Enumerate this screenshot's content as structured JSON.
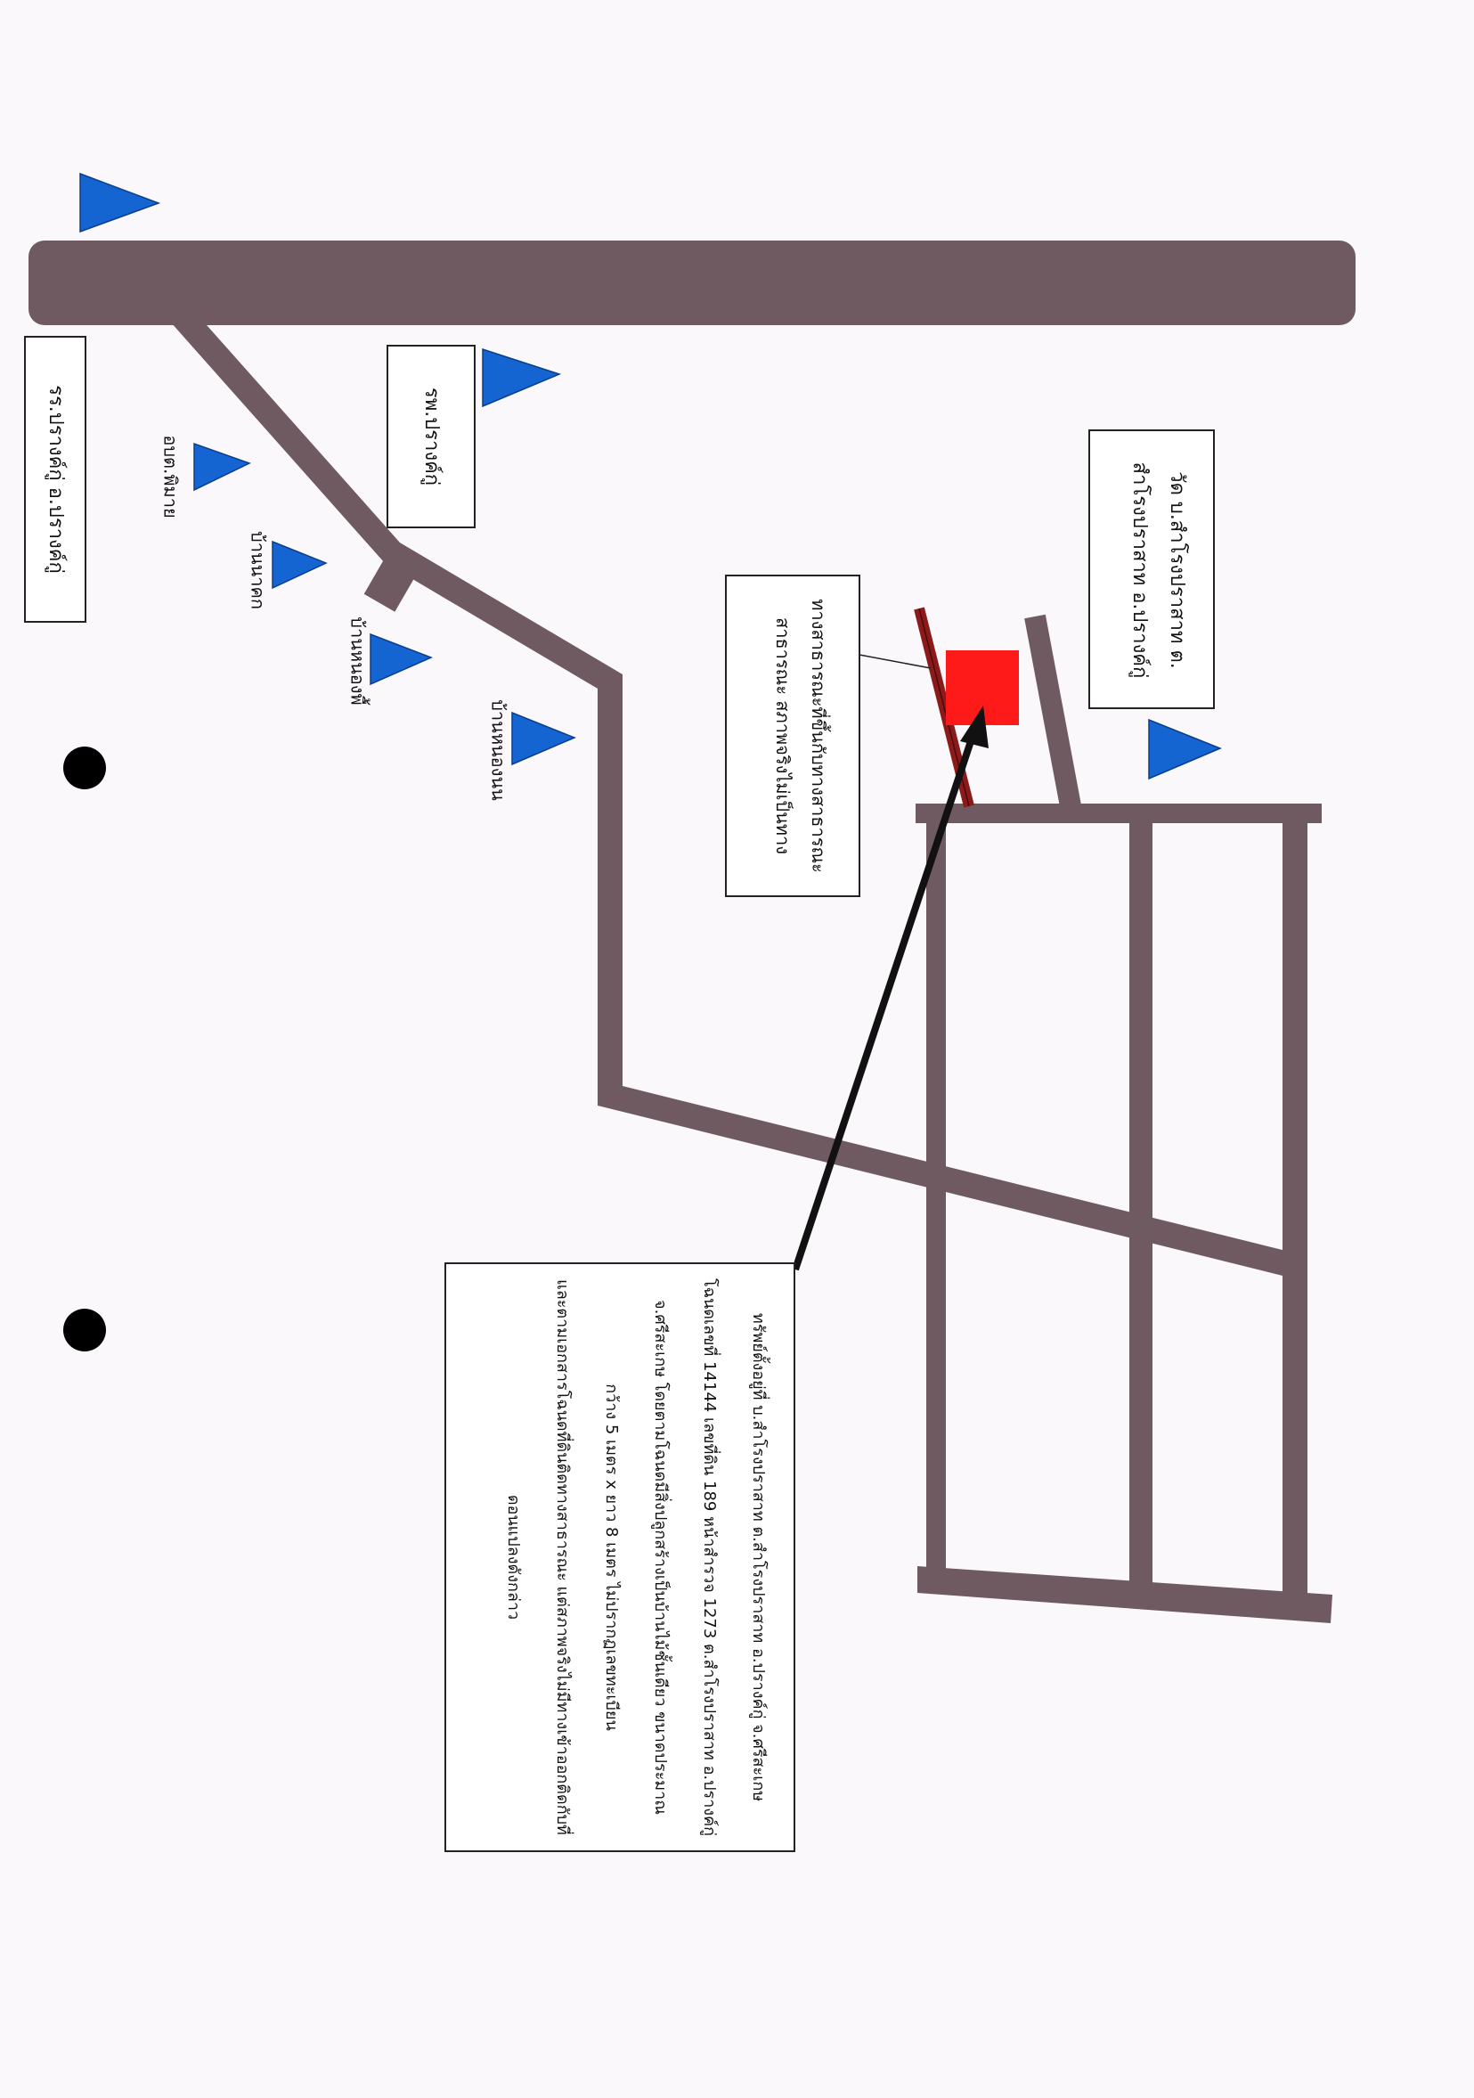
{
  "colors": {
    "road": "#6e5a60",
    "landmark": "#1464d2",
    "property": "#ff1a1a",
    "path": "#8b1a1a",
    "arrow": "#111111",
    "dot": "#000000",
    "paper": "#fbf8fb"
  },
  "labels": {
    "rr_prang_ku": "รร.ปรางค์กู่ อ.ปรางค์กู่",
    "rp_prang_ku": "รพ.ปรางค์กู่",
    "obt_phimai": "อบต.พิมาย",
    "ban_nakok": "บ้านนาคก",
    "ban_nongphue": "บ้านหนองพื้",
    "ban_nongnon": "บ้านหนองนน",
    "wat": [
      "วัด บ.สำโรงปราสาท ต.",
      "สำโรงปราสาท อ.ปรางค์กู่"
    ],
    "path_note": [
      "ทางสาธารณะที่ขึ้นกับทางสาธารณะ",
      "สาธารณะ สภาพจริงไม่เป็นทาง"
    ],
    "property_desc": [
      "ทรัพย์ตั้งอยู่ที่ บ.สำโรงปราสาท ต.สำโรงปราสาท อ.ปรางค์กู่ จ.ศรีสะเกษ",
      "โฉนดเลขที่ 14144 เลขที่ดิน 189 หน้าสำรวจ 1273 ต.สำโรงปราสาท อ.ปรางค์กู่",
      "จ.ศรีสะเกษ โดยตามโฉนดมีสิ่งปลูกสร้างเป็นบ้านไม้ชั้นเดียว ขนาดประมาณ",
      "กว้าง 5 เมตร x ยาว 8 เมตร ไม่ปรากฏเลขทะเบียน",
      "และตามเอกสารโฉนดที่ดินติดทางสาธารณะ แต่สภาพจริงไม่มีทางเข้าออกติดกับที่",
      "ดอนแปลงดังกล่าว"
    ]
  }
}
